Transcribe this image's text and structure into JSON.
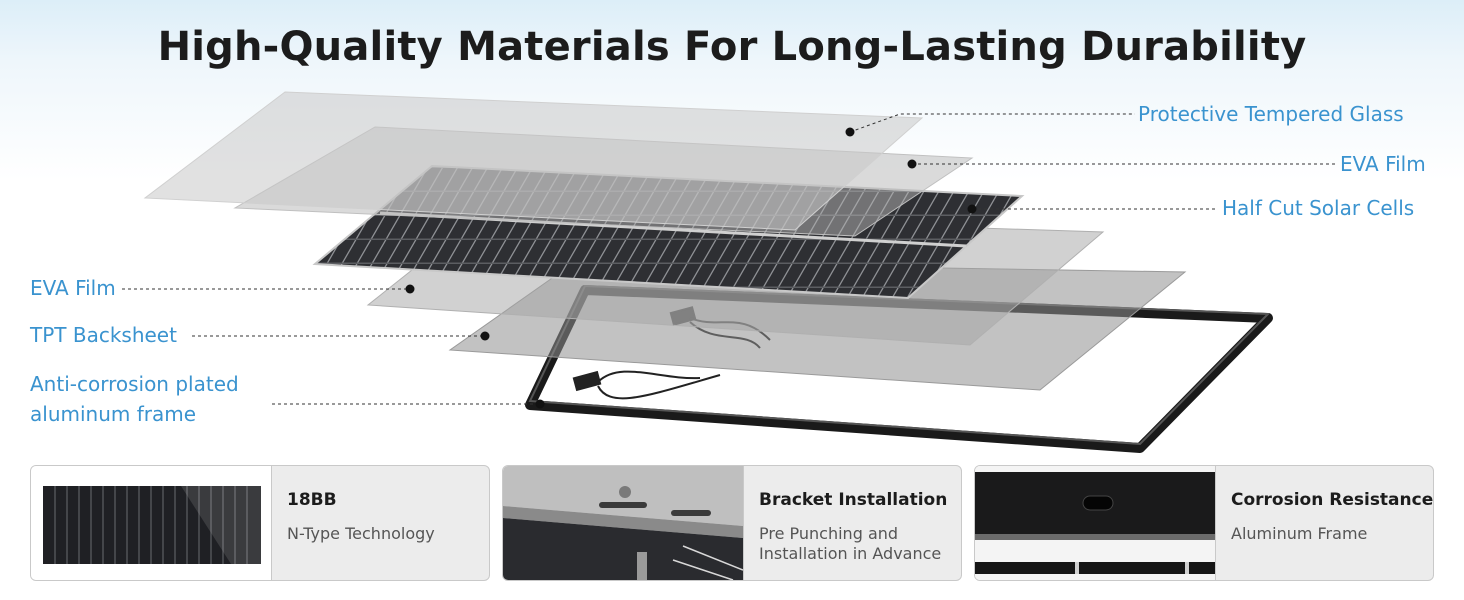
{
  "title": "High-Quality Materials For Long-Lasting Durability",
  "labels": {
    "protective_glass": "Protective Tempered Glass",
    "eva_film_top": "EVA Film",
    "solar_cells": "Half Cut Solar Cells",
    "eva_film_bottom": "EVA Film",
    "tpt_backsheet": "TPT Backsheet",
    "frame_line1": "Anti-corrosion plated",
    "frame_line2": "aluminum frame"
  },
  "features": [
    {
      "title": "18BB",
      "desc": "N-Type Technology"
    },
    {
      "title": "Bracket Installation",
      "desc": "Pre Punching and Installation in Advance"
    },
    {
      "title": "Corrosion Resistance",
      "desc": "Aluminum Frame"
    }
  ],
  "colors": {
    "label_blue": "#3a93cf",
    "title_dark": "#1c1c1c",
    "card_bg": "#ececec"
  }
}
